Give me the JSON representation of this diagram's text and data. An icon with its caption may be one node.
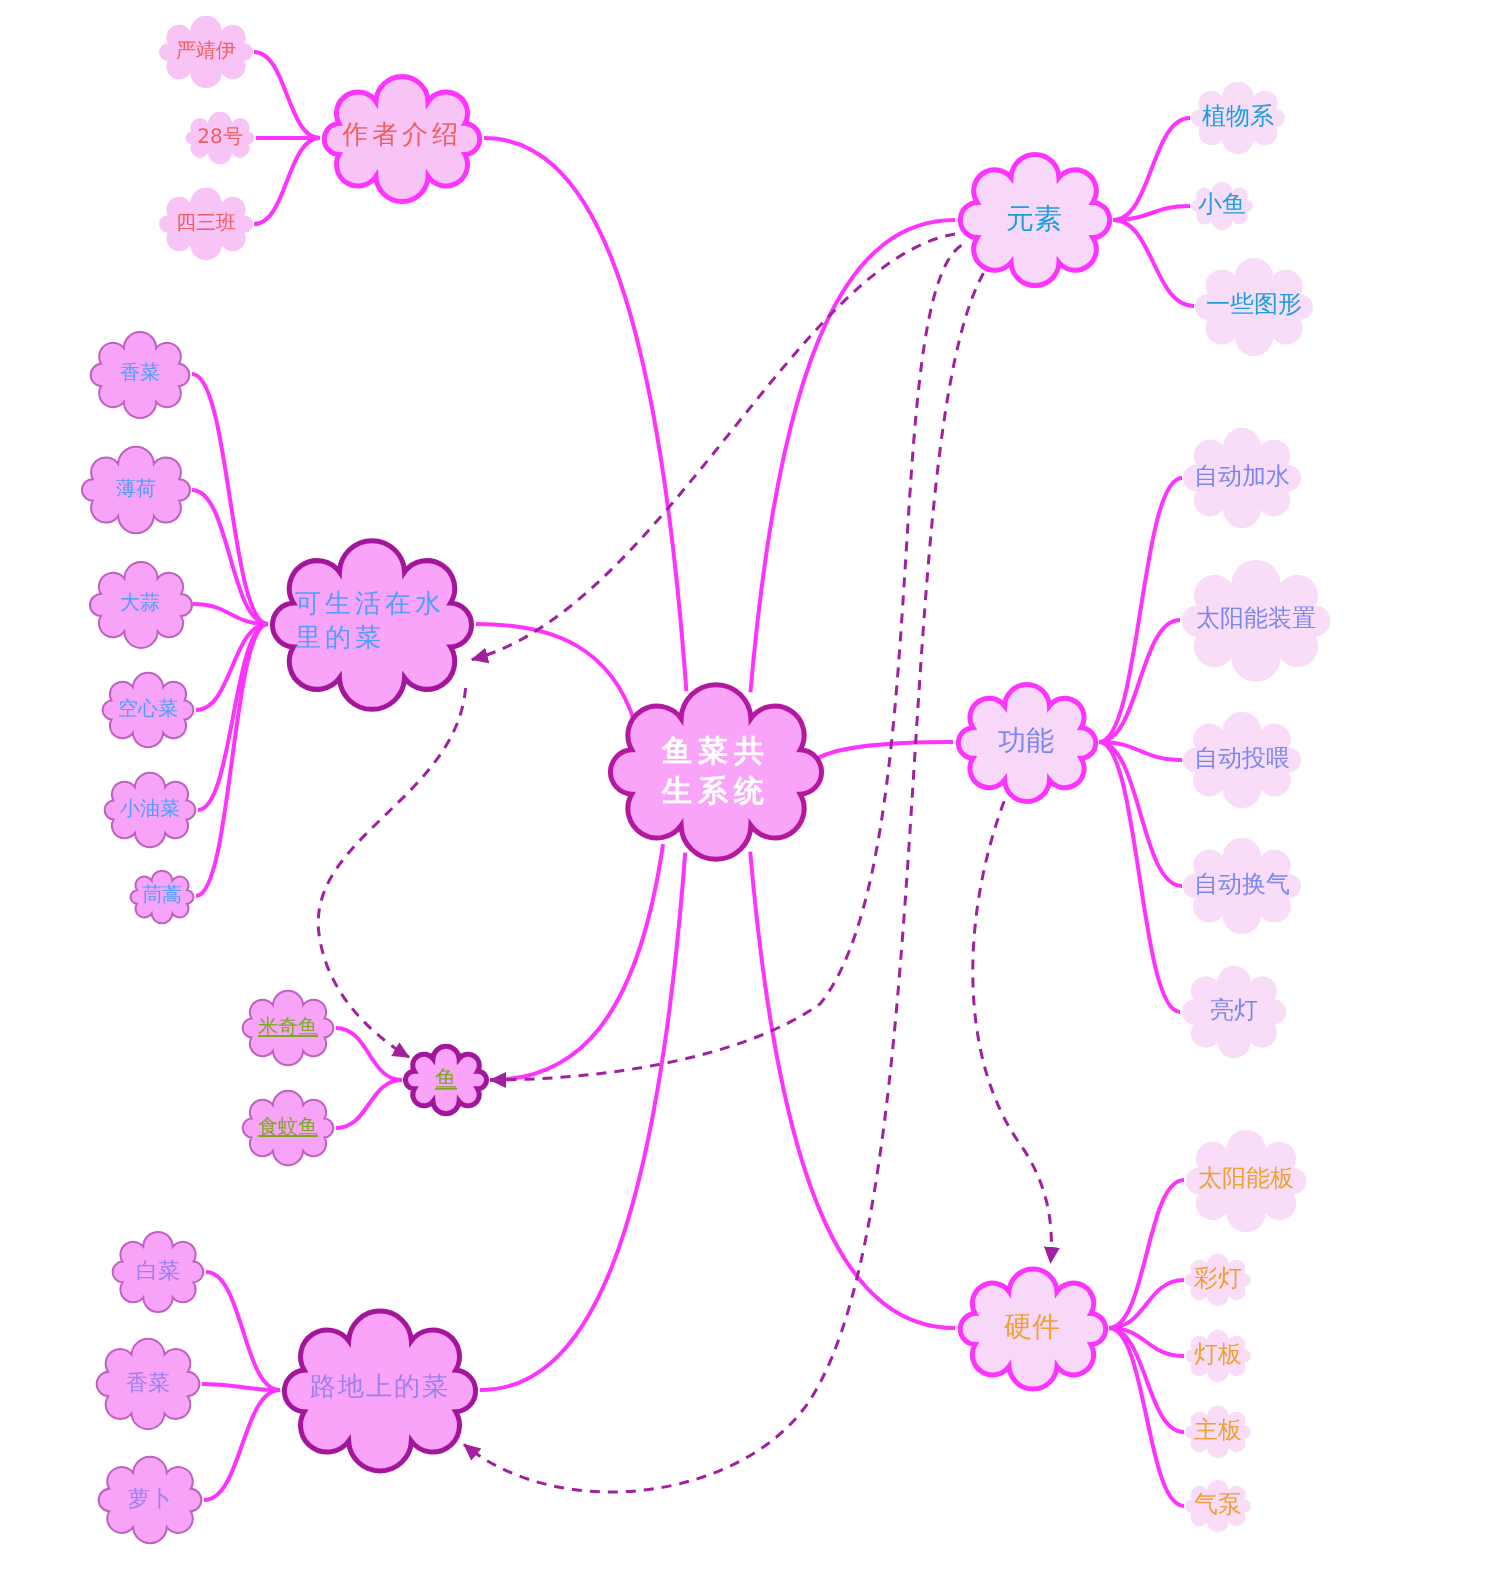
{
  "diagram": {
    "nodes": [
      {
        "text": [
          "鱼菜共生系统"
        ]
      },
      {
        "text": [
          "作者介绍"
        ]
      },
      {
        "text": [
          "严靖伊"
        ]
      },
      {
        "text": [
          "28号"
        ]
      },
      {
        "text": [
          "四三班"
        ]
      },
      {
        "text": [
          "可生活在水里的菜"
        ]
      },
      {
        "text": [
          "香菜"
        ]
      },
      {
        "text": [
          "薄荷"
        ]
      },
      {
        "text": [
          "大蒜"
        ]
      },
      {
        "text": [
          "空心菜"
        ]
      },
      {
        "text": [
          "小油菜"
        ]
      },
      {
        "text": [
          "茼蒿"
        ]
      },
      {
        "text": [
          "鱼"
        ]
      },
      {
        "text": [
          "米奇鱼"
        ]
      },
      {
        "text": [
          "食蚊鱼"
        ]
      },
      {
        "text": [
          "路地上的菜"
        ]
      },
      {
        "text": [
          "白菜"
        ]
      },
      {
        "text": [
          "香菜"
        ]
      },
      {
        "text": [
          "萝卜"
        ]
      },
      {
        "text": [
          "元素"
        ]
      },
      {
        "text": [
          "植物系"
        ]
      },
      {
        "text": [
          "小鱼"
        ]
      },
      {
        "text": [
          "一些图形"
        ]
      },
      {
        "text": [
          "功能"
        ]
      },
      {
        "text": [
          "自动加水"
        ]
      },
      {
        "text": [
          "太阳能装置"
        ]
      },
      {
        "text": [
          "自动投喂"
        ]
      },
      {
        "text": [
          "自动换气"
        ]
      },
      {
        "text": [
          "亮灯"
        ]
      },
      {
        "text": [
          "硬件"
        ]
      },
      {
        "text": [
          "太阳能板"
        ]
      },
      {
        "text": [
          "彩灯"
        ]
      },
      {
        "text": [
          "灯板"
        ]
      },
      {
        "text": [
          "主板"
        ]
      },
      {
        "text": [
          "气泵"
        ]
      }
    ],
    "edges": [
      {
        "from": 0,
        "to": 1,
        "arrow": "none"
      },
      {
        "from": 1,
        "to": 2,
        "arrow": "none"
      },
      {
        "from": 1,
        "to": 3,
        "arrow": "none"
      },
      {
        "from": 1,
        "to": 4,
        "arrow": "none"
      },
      {
        "from": 0,
        "to": 5,
        "arrow": "none"
      },
      {
        "from": 5,
        "to": 6,
        "arrow": "none"
      },
      {
        "from": 5,
        "to": 7,
        "arrow": "none"
      },
      {
        "from": 5,
        "to": 8,
        "arrow": "none"
      },
      {
        "from": 5,
        "to": 9,
        "arrow": "none"
      },
      {
        "from": 5,
        "to": 10,
        "arrow": "none"
      },
      {
        "from": 5,
        "to": 11,
        "arrow": "none"
      },
      {
        "from": 0,
        "to": 12,
        "arrow": "none"
      },
      {
        "from": 12,
        "to": 13,
        "arrow": "none"
      },
      {
        "from": 12,
        "to": 14,
        "arrow": "none"
      },
      {
        "from": 0,
        "to": 15,
        "arrow": "none"
      },
      {
        "from": 15,
        "to": 16,
        "arrow": "none"
      },
      {
        "from": 15,
        "to": 17,
        "arrow": "none"
      },
      {
        "from": 15,
        "to": 18,
        "arrow": "none"
      },
      {
        "from": 0,
        "to": 19,
        "arrow": "none"
      },
      {
        "from": 19,
        "to": 20,
        "arrow": "none"
      },
      {
        "from": 19,
        "to": 21,
        "arrow": "none"
      },
      {
        "from": 19,
        "to": 22,
        "arrow": "none"
      },
      {
        "from": 0,
        "to": 23,
        "arrow": "none"
      },
      {
        "from": 23,
        "to": 24,
        "arrow": "none"
      },
      {
        "from": 23,
        "to": 25,
        "arrow": "none"
      },
      {
        "from": 23,
        "to": 26,
        "arrow": "none"
      },
      {
        "from": 23,
        "to": 27,
        "arrow": "none"
      },
      {
        "from": 23,
        "to": 28,
        "arrow": "none"
      },
      {
        "from": 0,
        "to": 29,
        "arrow": "none"
      },
      {
        "from": 29,
        "to": 30,
        "arrow": "none"
      },
      {
        "from": 29,
        "to": 31,
        "arrow": "none"
      },
      {
        "from": 29,
        "to": 32,
        "arrow": "none"
      },
      {
        "from": 29,
        "to": 33,
        "arrow": "none"
      },
      {
        "from": 29,
        "to": 34,
        "arrow": "none"
      },
      {
        "from": 19,
        "to": 5,
        "arrow": "to",
        "style": "dashed",
        "color": "#a0209f"
      },
      {
        "from": 19,
        "to": 12,
        "arrow": "to",
        "style": "dashed",
        "color": "#a0209f"
      },
      {
        "from": 19,
        "to": 15,
        "arrow": "to",
        "style": "dashed",
        "color": "#a0209f"
      },
      {
        "from": 5,
        "to": 12,
        "arrow": "to",
        "style": "dashed",
        "color": "#a0209f"
      },
      {
        "from": 23,
        "to": 29,
        "arrow": "to",
        "style": "dashed",
        "color": "#a0209f"
      }
    ]
  }
}
